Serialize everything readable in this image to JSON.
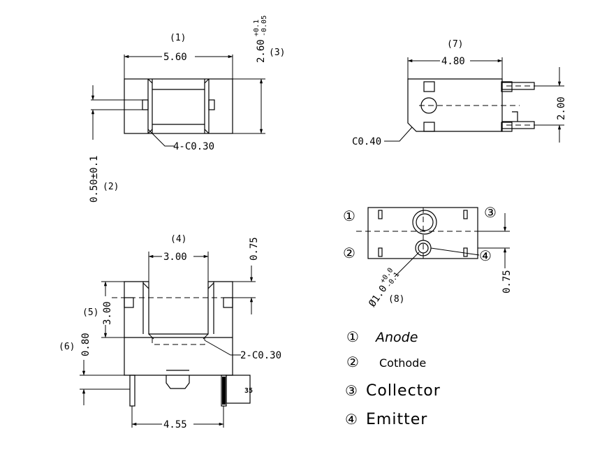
{
  "views": {
    "front_top": {
      "ref_width": "(1)",
      "width": "5.60",
      "height_dim": "2.60",
      "height_tol_plus": "+0.1",
      "height_tol_minus": "-0.05",
      "ref_height": "(3)",
      "chamfer": "4-C0.30",
      "offset_dim": "0.50±0.1",
      "ref_offset": "(2)"
    },
    "side_top": {
      "ref_width": "(7)",
      "width": "4.80",
      "lead_pitch": "2.00",
      "chamfer": "C0.40"
    },
    "front_bottom": {
      "ref_slot": "(4)",
      "slot_width": "3.00",
      "step_dim": "0.75",
      "ref_depth": "(5)",
      "slot_depth": "3.00",
      "ref_lead": "(6)",
      "lead_dim": "0.80",
      "chamfer": "2-C0.30",
      "lead_span": "4.55",
      "lead_tag": "35"
    },
    "pin_view": {
      "pin1": "①",
      "pin2": "②",
      "pin3": "③",
      "pin4": "④",
      "hole_dim": "Ø1.0",
      "hole_tol_plus": "+0.0",
      "hole_tol_minus": "-0.1",
      "ref_hole": "(8)",
      "offset_dim": "0.75"
    }
  },
  "legend": [
    {
      "num": "①",
      "label": "Anode"
    },
    {
      "num": "②",
      "label": "Cothode"
    },
    {
      "num": "③",
      "label": "Collector"
    },
    {
      "num": "④",
      "label": "Emitter"
    }
  ]
}
